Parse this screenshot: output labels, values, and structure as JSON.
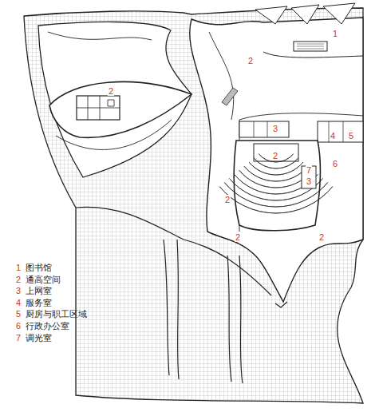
{
  "diagram": {
    "labels": [
      "1",
      "2",
      "2",
      "3",
      "4",
      "5",
      "6",
      "2",
      "7",
      "3",
      "2",
      "2",
      "2",
      "1",
      "2",
      "3",
      "4",
      "5",
      "6",
      "7"
    ],
    "legend": [
      {
        "text": "图书馆"
      },
      {
        "text": "通高空间"
      },
      {
        "text": "上网室"
      },
      {
        "text": "服务室"
      },
      {
        "text": "厨房与职工区域"
      },
      {
        "text": "行政办公室"
      },
      {
        "text": "调光室"
      }
    ]
  }
}
